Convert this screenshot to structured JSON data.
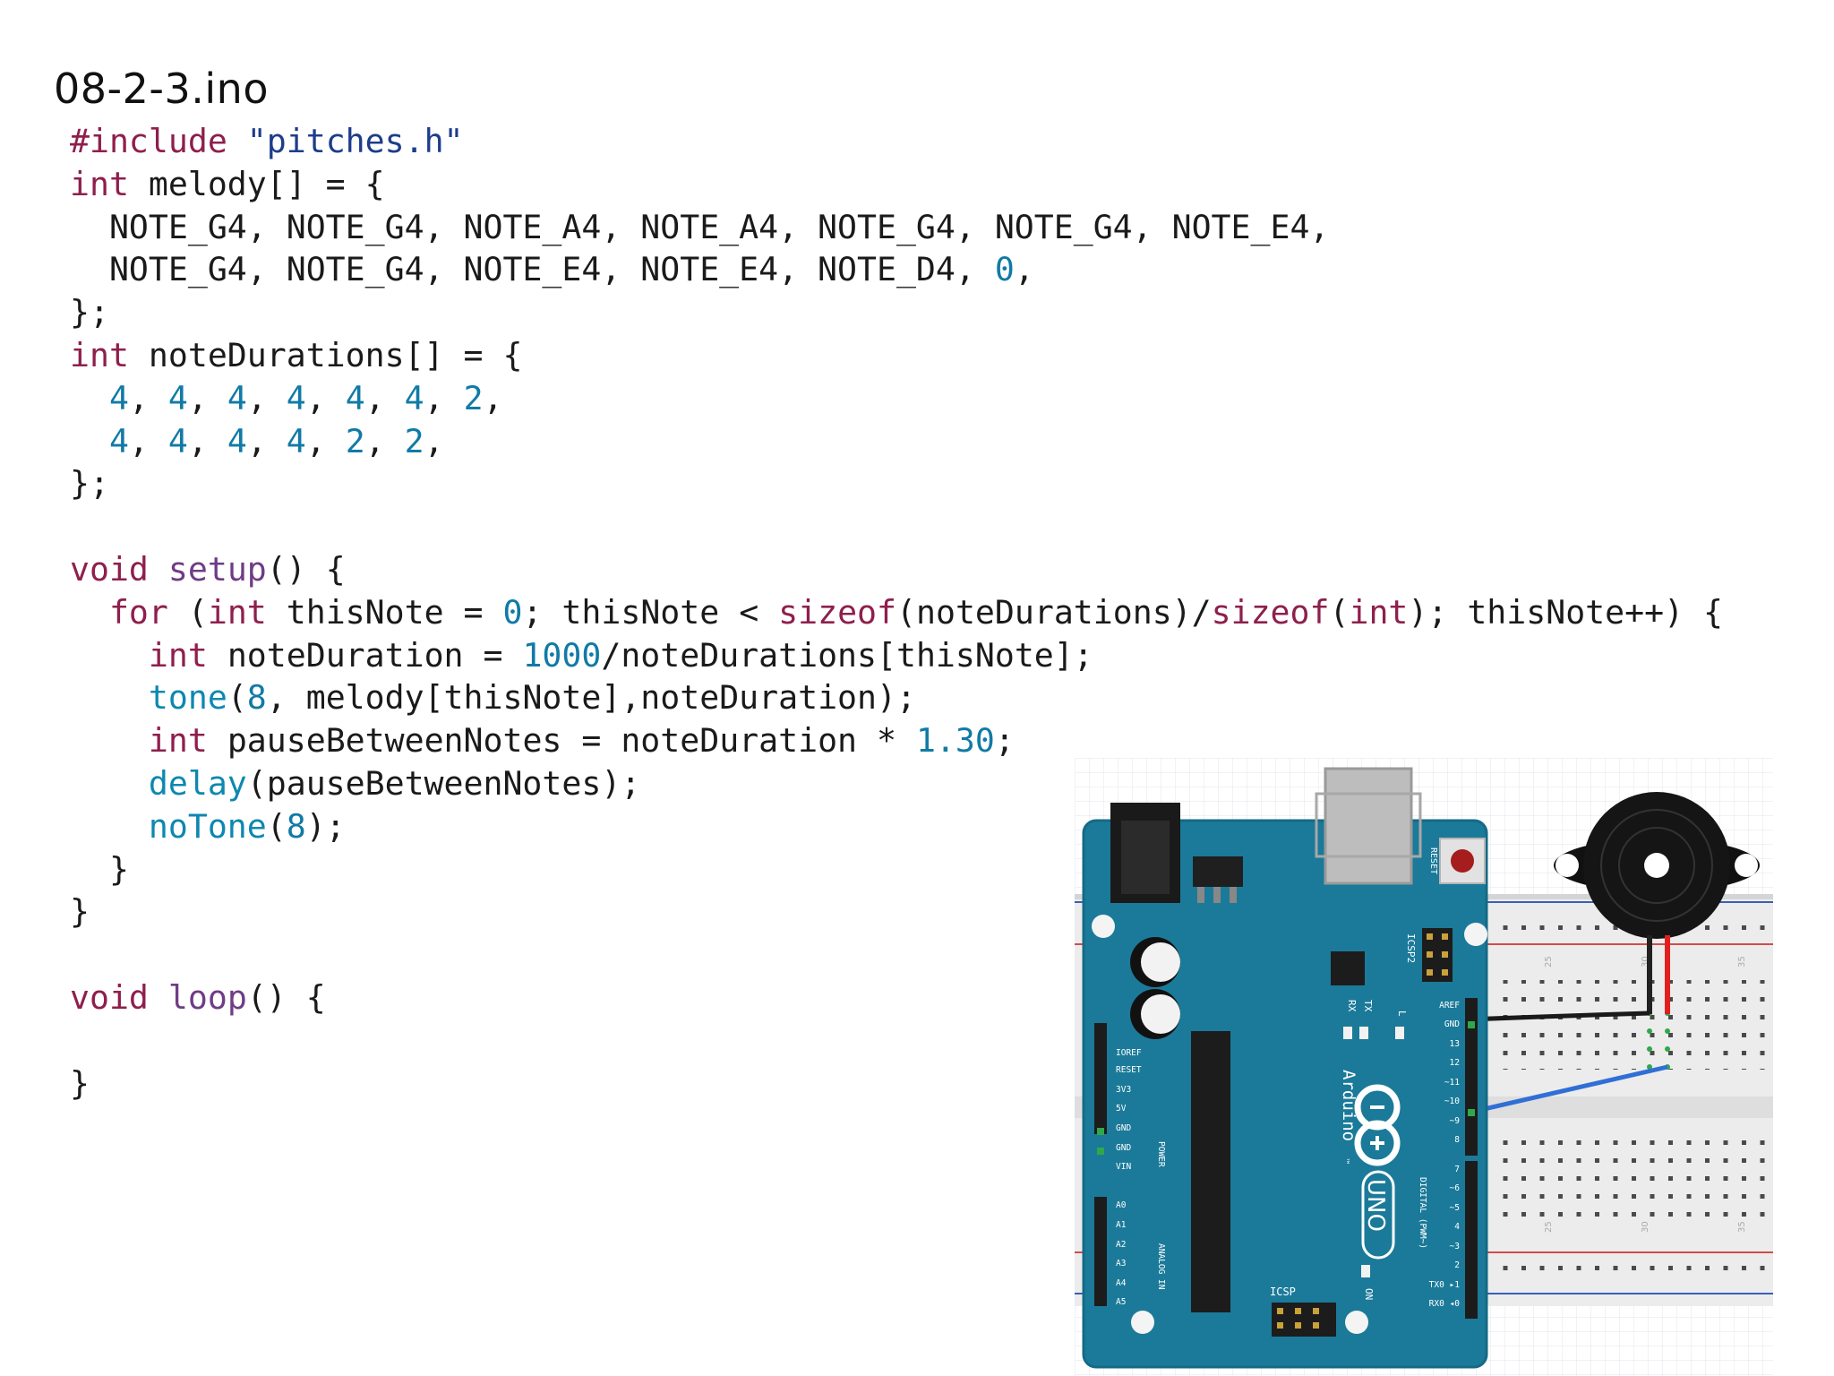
{
  "title": "08-2-3.ino",
  "code": {
    "l1": {
      "inc": "#include",
      "str": "\"pitches.h\""
    },
    "l2": {
      "kw": "int",
      "rest": " melody[] = {"
    },
    "l3": {
      "text": "  NOTE_G4, NOTE_G4, NOTE_A4, NOTE_A4, NOTE_G4, NOTE_G4, NOTE_E4,"
    },
    "l4": {
      "text": "  NOTE_G4, NOTE_G4, NOTE_E4, NOTE_E4, NOTE_D4, ",
      "zero": "0",
      "end": ","
    },
    "l5": {
      "text": "};"
    },
    "l6": {
      "kw": "int",
      "rest": " noteDurations[] = {"
    },
    "l7": {
      "indent": "  ",
      "nums": [
        "4",
        "4",
        "4",
        "4",
        "4",
        "4",
        "2"
      ]
    },
    "l8": {
      "indent": "  ",
      "nums": [
        "4",
        "4",
        "4",
        "4",
        "2",
        "2"
      ]
    },
    "l9": {
      "text": "};"
    },
    "l11": {
      "kw": "void",
      "fn": "setup",
      "rest": "() {"
    },
    "l12": {
      "indent": "  ",
      "kw_for": "for",
      "p1": " (",
      "kw_int": "int",
      "p2": " thisNote = ",
      "zero": "0",
      "p3": "; thisNote < ",
      "sizeof1": "sizeof",
      "p4": "(noteDurations)/",
      "sizeof2": "sizeof",
      "p5": "(",
      "kw_int2": "int",
      "p6": "); thisNote++) {"
    },
    "l13": {
      "indent": "    ",
      "kw": "int",
      "p1": " noteDuration = ",
      "num": "1000",
      "p2": "/noteDurations[thisNote];"
    },
    "l14": {
      "indent": "    ",
      "fn": "tone",
      "p1": "(",
      "num": "8",
      "p2": ", melody[thisNote],noteDuration);"
    },
    "l15": {
      "indent": "    ",
      "kw": "int",
      "p1": " pauseBetweenNotes = noteDuration * ",
      "num": "1.30",
      "p2": ";"
    },
    "l16": {
      "indent": "    ",
      "fn": "delay",
      "p1": "(pauseBetweenNotes);"
    },
    "l17": {
      "indent": "    ",
      "fn": "noTone",
      "p1": "(",
      "num": "8",
      "p2": ");"
    },
    "l18": {
      "text": "  }"
    },
    "l19": {
      "text": "}"
    },
    "l21": {
      "kw": "void",
      "fn": "loop",
      "rest": "() {"
    },
    "l23": {
      "text": "}"
    }
  },
  "board": {
    "brand": "Arduino",
    "tm": "™",
    "model": "UNO",
    "reset_label": "RESET",
    "icsp2_label": "ICSP2",
    "icsp_label": "ICSP",
    "on_label": "ON",
    "tx_label": "TX",
    "rx_label": "RX",
    "l_label": "L",
    "power_label": "POWER",
    "analog_label": "ANALOG IN",
    "digital_label": "DIGITAL (PWM~)",
    "power_pins": [
      "IOREF",
      "RESET",
      "3V3",
      "5V",
      "GND",
      "GND",
      "VIN"
    ],
    "analog_pins": [
      "A0",
      "A1",
      "A2",
      "A3",
      "A4",
      "A5"
    ],
    "digital_top": [
      "AREF",
      "GND",
      "13",
      "12",
      "~11",
      "~10",
      "~9",
      "8"
    ],
    "digital_bottom": [
      "7",
      "~6",
      "~5",
      "4",
      "~3",
      "2",
      "TX0 ▸1",
      "RX0 ◂0"
    ]
  },
  "breadboard": {
    "col_labels": [
      "25",
      "30",
      "35"
    ]
  }
}
